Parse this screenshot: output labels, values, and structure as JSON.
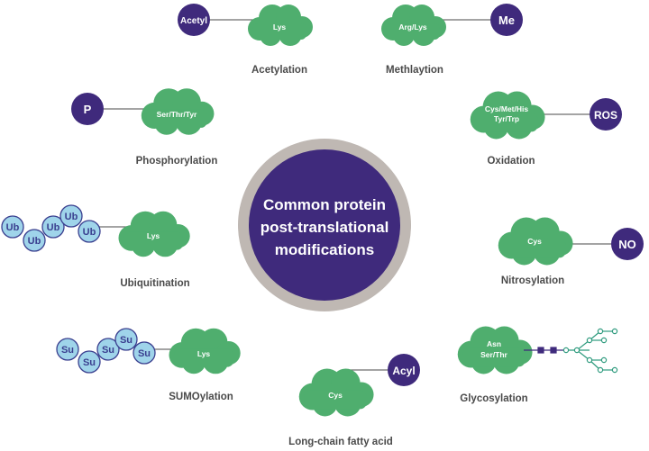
{
  "center": {
    "line1": "Common protein",
    "line2": "post-translational",
    "line3": "modifications"
  },
  "modifications": {
    "acetylation": {
      "label": "Acetylation",
      "residue": "Lys",
      "group": "Acetyl"
    },
    "methylation": {
      "label": "Methlaytion",
      "residue": "Arg/Lys",
      "group": "Me"
    },
    "phosphorylation": {
      "label": "Phosphorylation",
      "residue": "Ser/Thr/Tyr",
      "group": "P"
    },
    "oxidation": {
      "label": "Oxidation",
      "residue_line1": "Cys/Met/His",
      "residue_line2": "Tyr/Trp",
      "group": "ROS"
    },
    "ubiquitination": {
      "label": "Ubiquitination",
      "residue": "Lys",
      "bead": "Ub"
    },
    "nitrosylation": {
      "label": "Nitrosylation",
      "residue": "Cys",
      "group": "NO"
    },
    "sumoylation": {
      "label": "SUMOylation",
      "residue": "Lys",
      "bead": "Su"
    },
    "fatty_acid": {
      "label": "Long-chain fatty acid",
      "residue": "Cys",
      "group": "Acyl"
    },
    "glycosylation": {
      "label": "Glycosylation",
      "residue_line1": "Asn",
      "residue_line2": "Ser/Thr"
    }
  },
  "colors": {
    "protein": "#4fae6e",
    "group": "#3f2a7c",
    "bead_fill": "#9fd4ea",
    "bead_stroke": "#3a3f8f",
    "ring": "#bfb8b3",
    "sugar": "#2f9b7e"
  }
}
